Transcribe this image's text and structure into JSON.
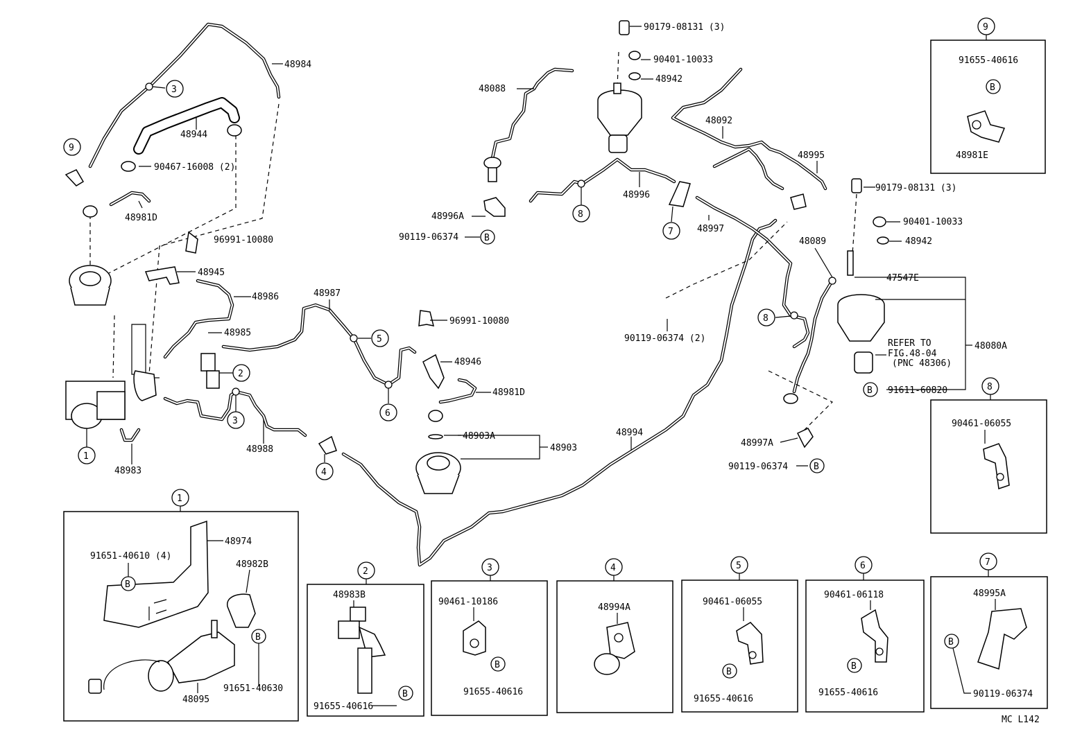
{
  "title_code": "MC L142",
  "labels": {
    "p48984": "48984",
    "p48944": "48944",
    "p90467": "90467-16008 (2)",
    "p48981D_a": "48981D",
    "p96991_a": "96991-10080",
    "p48945": "48945",
    "p48986": "48986",
    "p48985": "48985",
    "p48987": "48987",
    "p48988": "48988",
    "p48983": "48983",
    "p96991_b": "96991-10080",
    "p48946": "48946",
    "p48981D_b": "48981D",
    "p48903A": "48903A",
    "p48903": "48903",
    "p48088": "48088",
    "p48996A": "48996A",
    "p90119_a": "90119-06374",
    "p90179_a": "90179-08131 (3)",
    "p90401_a": "90401-10033",
    "p48942_a": "48942",
    "p48092": "48092",
    "p48995": "48995",
    "p48996": "48996",
    "p48997": "48997",
    "p48994": "48994",
    "p90119_b": "90119-06374 (2)",
    "p48089": "48089",
    "p90179_b": "90179-08131 (3)",
    "p90401_b": "90401-10033",
    "p48942_b": "48942",
    "p47547E": "47547E",
    "p48080A": "48080A",
    "refer1": "REFER TO",
    "refer2": "FIG.48-04",
    "refer3": "(PNC 48306)",
    "p91611": "91611-60820",
    "p48997A": "48997A",
    "p90119_c": "90119-06374"
  },
  "boxes": {
    "b1": {
      "num": "1",
      "l1": "48974",
      "l2": "91651-40610 (4)",
      "l3": "48982B",
      "l4": "91651-40630",
      "l5": "48095",
      "bolt": "B"
    },
    "b2": {
      "num": "2",
      "l1": "48983B",
      "l2": "91655-40616",
      "bolt": "B"
    },
    "b3": {
      "num": "3",
      "l1": "90461-10186",
      "l2": "91655-40616",
      "bolt": "B"
    },
    "b4": {
      "num": "4",
      "l1": "48994A"
    },
    "b5": {
      "num": "5",
      "l1": "90461-06055",
      "l2": "91655-40616",
      "bolt": "B"
    },
    "b6": {
      "num": "6",
      "l1": "90461-06118",
      "l2": "91655-40616",
      "bolt": "B"
    },
    "b7": {
      "num": "7",
      "l1": "48995A",
      "l2": "90119-06374",
      "bolt": "B"
    },
    "b8": {
      "num": "8",
      "l1": "90461-06055"
    },
    "b9": {
      "num": "9",
      "l1": "91655-40616",
      "l2": "48981E",
      "bolt": "B"
    }
  },
  "callouts": {
    "c1": "1",
    "c2": "2",
    "c3": "3",
    "c4": "4",
    "c5": "5",
    "c6": "6",
    "c7": "7",
    "c8": "8",
    "c9": "9",
    "bolt": "B"
  }
}
